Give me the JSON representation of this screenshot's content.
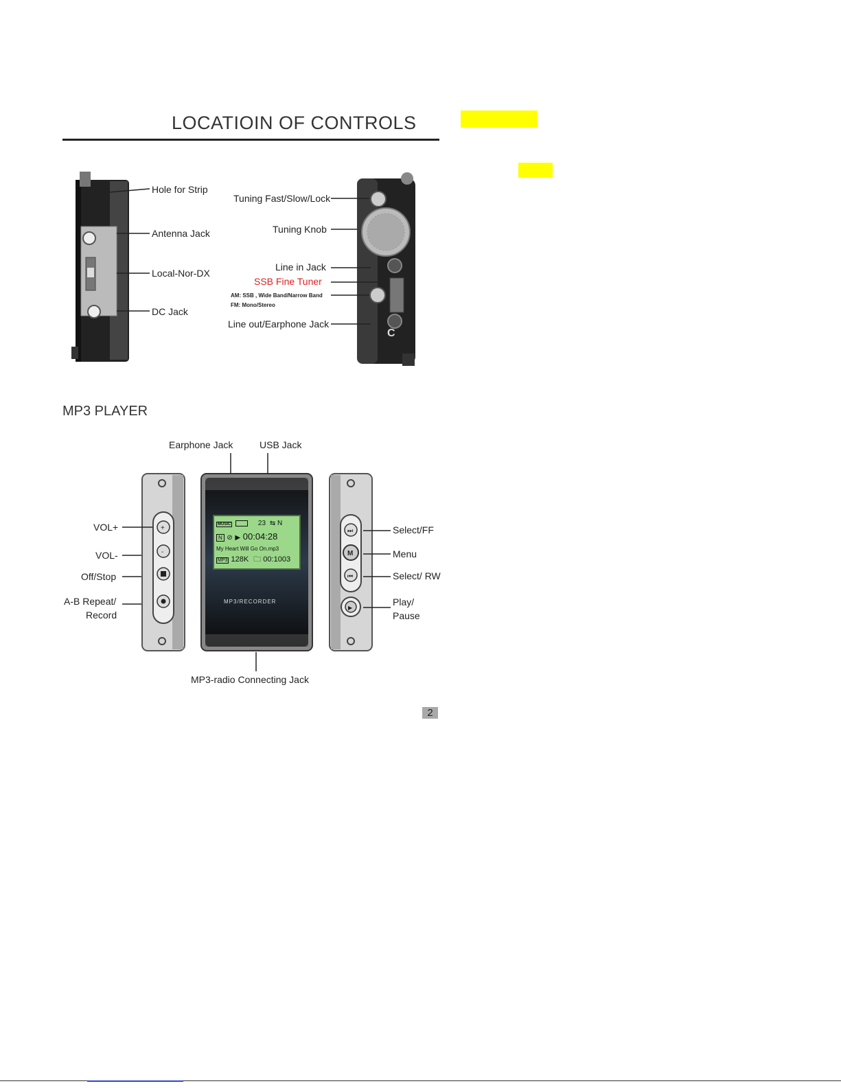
{
  "page": {
    "title": "LOCATIOIN OF CONTROLS",
    "section": "MP3 PLAYER",
    "page_number": "2",
    "highlight_color": "#ffff00",
    "accent_red": "#e02020"
  },
  "radio_left": {
    "labels": [
      "Hole for Strip",
      "Antenna Jack",
      "Local-Nor-DX",
      "DC Jack"
    ]
  },
  "radio_right": {
    "tuning_fast": "Tuning Fast/Slow/Lock",
    "tuning_knob": "Tuning Knob",
    "line_in": "Line in Jack",
    "ssb_fine": "SSB Fine Tuner",
    "am_line": "AM: SSB , Wide Band/Narrow Band",
    "fm_line": "FM: Mono/Stereo",
    "line_out": "Line out/Earphone Jack"
  },
  "mp3": {
    "top_labels": [
      "Earphone Jack",
      "USB Jack"
    ],
    "bottom_label": "MP3-radio Connecting Jack",
    "left_labels": [
      "VOL+",
      "VOL-",
      "Off/Stop",
      "A-B Repeat/",
      "Record"
    ],
    "right_labels": [
      "Select/FF",
      "Menu",
      "Select/ RW",
      "Play/",
      "Pause"
    ],
    "device_brand": "MP3/RECORDER",
    "screen": {
      "line1_badge": "MUSIC",
      "line1_num": "23",
      "line1_n": "N",
      "line2_time": "00:04:28",
      "line3": "My Heart Will Go On.mp3",
      "line4_badge": "MP3",
      "line4_rate": "128K",
      "line4_count": "00:1003"
    }
  }
}
